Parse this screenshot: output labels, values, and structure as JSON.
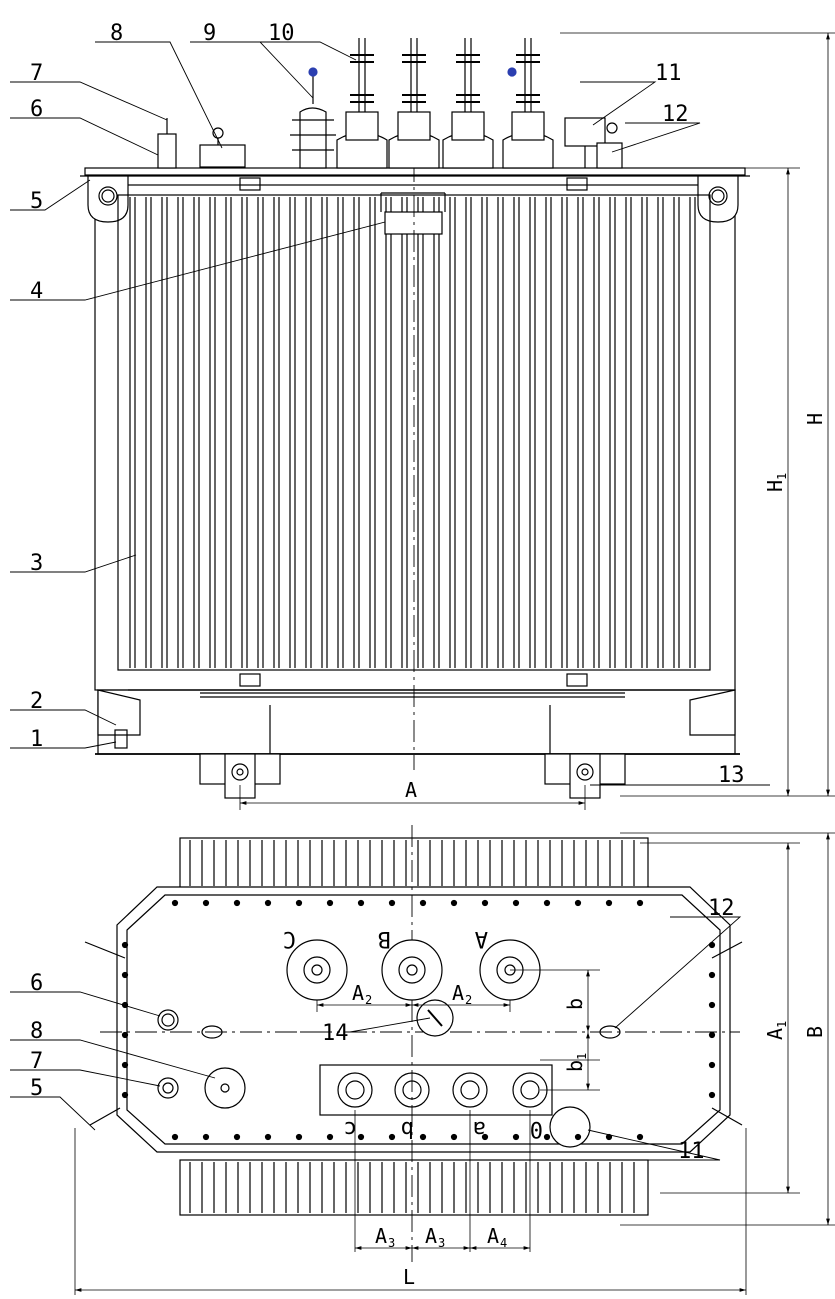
{
  "front_view": {
    "callouts": [
      "1",
      "2",
      "3",
      "4",
      "5",
      "6",
      "7",
      "8",
      "9",
      "10",
      "11",
      "12",
      "13"
    ],
    "dimensions": {
      "A": "A",
      "H": "H",
      "H1_main": "H",
      "H1_sub": "1"
    }
  },
  "top_view": {
    "callouts": [
      "5",
      "6",
      "7",
      "8",
      "11",
      "12",
      "14"
    ],
    "hv_terminals": [
      "C",
      "B",
      "A"
    ],
    "lv_terminals": [
      "c",
      "b",
      "a",
      "0"
    ],
    "dimensions": {
      "A2_main": "A",
      "A2_sub": "2",
      "A3_main": "A",
      "A3_sub": "3",
      "A4_main": "A",
      "A4_sub": "4",
      "b": "b",
      "b1_main": "b",
      "b1_sub": "1",
      "A1_main": "A",
      "A1_sub": "1",
      "B": "B",
      "L": "L"
    }
  },
  "colors": {
    "line": "#000000",
    "insulator_accent": "#2b3fb0",
    "background": "#ffffff"
  }
}
